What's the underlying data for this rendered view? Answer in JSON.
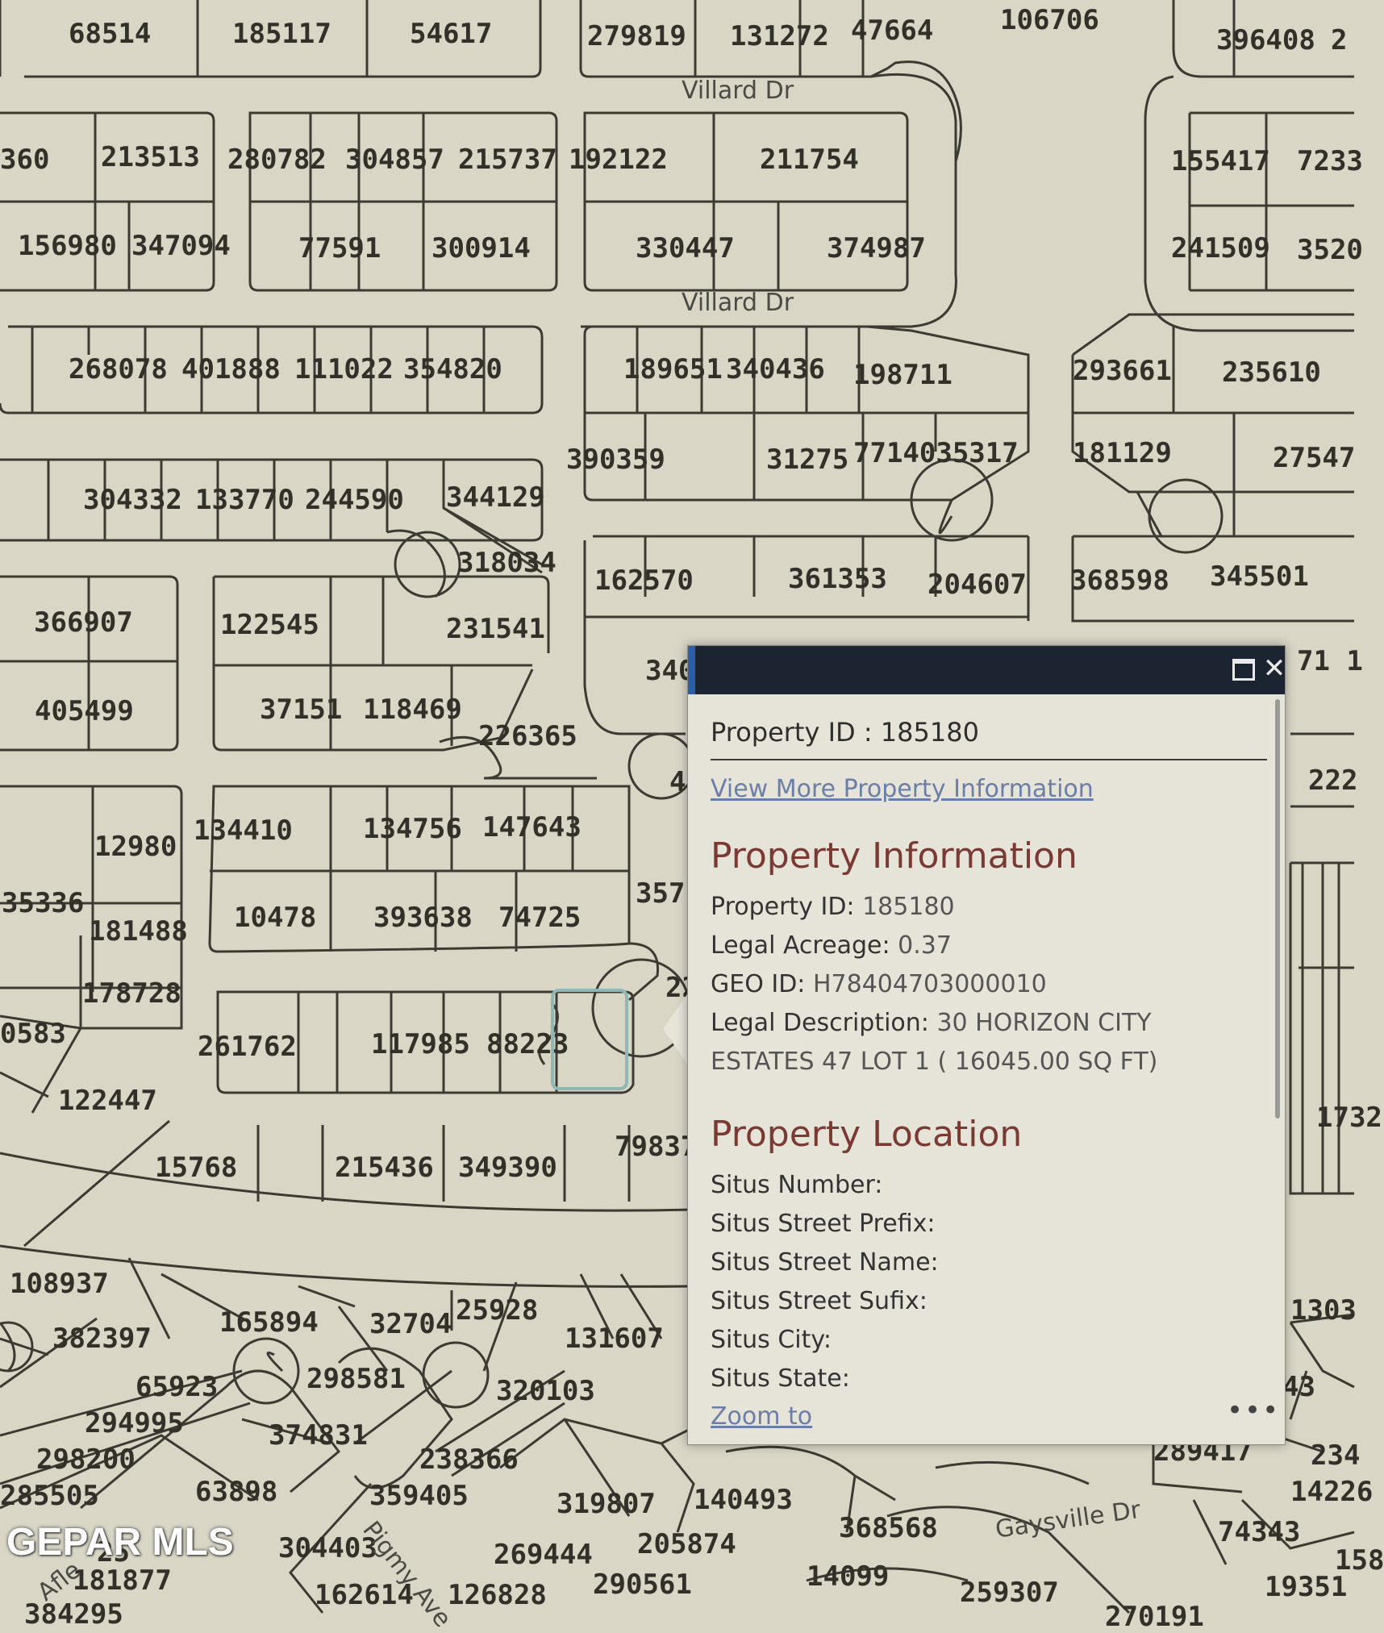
{
  "map": {
    "parcel_ids": [
      "68514",
      "185117",
      "54617",
      "279819",
      "131272",
      "47664",
      "106706",
      "396408",
      "2",
      "360",
      "213513",
      "280782",
      "304857",
      "215737",
      "192122",
      "211754",
      "155417",
      "7233",
      "156980",
      "347094",
      "77591",
      "300914",
      "330447",
      "374987",
      "241509",
      "3520",
      "268078",
      "401888",
      "111022",
      "354820",
      "189651",
      "340436",
      "198711",
      "293661",
      "235610",
      "390359",
      "31275",
      "7714035317",
      "181129",
      "27547",
      "304332",
      "133770",
      "244590",
      "344129",
      "318034",
      "162570",
      "361353",
      "204607",
      "368598",
      "345501",
      "366907",
      "122545",
      "231541",
      "340",
      "71 1",
      "405499",
      "37151",
      "118469",
      "226365",
      "4",
      "222",
      "12980",
      "134410",
      "134756",
      "147643",
      "35336",
      "181488",
      "10478",
      "393638",
      "74725",
      "357",
      "178728",
      "22",
      "0583",
      "261762",
      "117985",
      "88223",
      "122447",
      "15768",
      "215436",
      "349390",
      "79837",
      "1732",
      "108937",
      "382397",
      "165894",
      "32704",
      "25928",
      "131607",
      "1303",
      "65923",
      "298581",
      "320103",
      "43",
      "294995",
      "374831",
      "238366",
      "298200",
      "289417",
      "234",
      "285505",
      "63898",
      "359405",
      "319807",
      "140493",
      "14226",
      "25",
      "304403",
      "269444",
      "205874",
      "368568",
      "74343",
      "158",
      "181877",
      "162614",
      "126828",
      "290561",
      "14099",
      "259307",
      "19351",
      "384295",
      "270191"
    ],
    "streets": [
      "Villard Dr",
      "Villard Dr",
      "Gaysville Dr",
      "Pigmy Ave",
      "Afle"
    ],
    "watermark": "GEPAR MLS"
  },
  "popup": {
    "title": "Property ID : 185180",
    "view_more_link": "View More Property Information",
    "maximize_icon": "maximize-icon",
    "close_icon": "close-icon",
    "close_glyph": "✕",
    "info_heading": "Property Information",
    "info_fields": [
      {
        "label": "Property ID:",
        "value": "185180"
      },
      {
        "label": "Legal Acreage:",
        "value": "0.37"
      },
      {
        "label": "GEO ID:",
        "value": "H78404703000010"
      },
      {
        "label": "Legal Description:",
        "value": "30 HORIZON CITY"
      }
    ],
    "legal_description_cont": "ESTATES 47 LOT 1 ( 16045.00 SQ FT)",
    "location_heading": "Property Location",
    "location_fields": [
      {
        "label": "Situs Number:",
        "value": ""
      },
      {
        "label": "Situs Street Prefix:",
        "value": ""
      },
      {
        "label": "Situs Street Name:",
        "value": ""
      },
      {
        "label": "Situs Street Sufix:",
        "value": ""
      },
      {
        "label": "Situs City:",
        "value": ""
      },
      {
        "label": "Situs State:",
        "value": ""
      }
    ],
    "zoom_link": "Zoom to",
    "more_glyph": "•••"
  }
}
